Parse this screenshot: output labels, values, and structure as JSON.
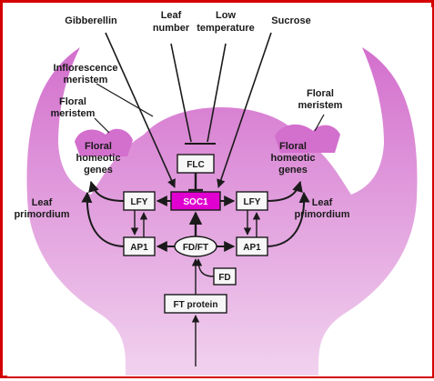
{
  "colors": {
    "frame": "#d40000",
    "tissue_top": "#d36fcd",
    "tissue_bottom": "#f1d2ef",
    "soc1_fill": "#e000cf",
    "box_fill": "#f7f7f7",
    "stroke": "#1a1a1a"
  },
  "signals": {
    "gibberellin": "Gibberellin",
    "leaf_number_1": "Leaf",
    "leaf_number_2": "number",
    "low_temp_1": "Low",
    "low_temp_2": "temperature",
    "sucrose": "Sucrose"
  },
  "regions": {
    "inflorescence_1": "Inflorescence",
    "inflorescence_2": "meristem",
    "floral_meristem_left_1": "Floral",
    "floral_meristem_left_2": "meristem",
    "floral_meristem_right_1": "Floral",
    "floral_meristem_right_2": "meristem",
    "leaf_primordium_left_1": "Leaf",
    "leaf_primordium_left_2": "primordium",
    "leaf_primordium_right_1": "Leaf",
    "leaf_primordium_right_2": "primordium",
    "homeotic_left_1": "Floral",
    "homeotic_left_2": "homeotic",
    "homeotic_left_3": "genes",
    "homeotic_right_1": "Floral",
    "homeotic_right_2": "homeotic",
    "homeotic_right_3": "genes"
  },
  "nodes": {
    "flc": "FLC",
    "soc1": "SOC1",
    "lfy_left": "LFY",
    "lfy_right": "LFY",
    "ap1_left": "AP1",
    "ap1_right": "AP1",
    "fd_ft": "FD/FT",
    "fd": "FD",
    "ft_protein": "FT protein"
  }
}
